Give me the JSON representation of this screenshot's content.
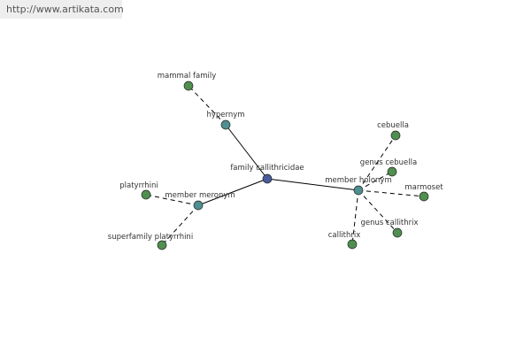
{
  "watermark": {
    "url": "http://www.artikata.com"
  },
  "colors": {
    "center": "#4a5a9c",
    "relation": "#4f8f90",
    "leaf": "#4f8f4f",
    "edge": "#000000",
    "label": "#333333"
  },
  "nodes": [
    {
      "id": "family_callithricidae",
      "label": "family callithricidae",
      "kind": "center"
    },
    {
      "id": "hypernym",
      "label": "hypernym",
      "kind": "relation"
    },
    {
      "id": "member_meronym",
      "label": "member meronym",
      "kind": "relation"
    },
    {
      "id": "member_holonym",
      "label": "member holonym",
      "kind": "relation"
    },
    {
      "id": "mammal_family",
      "label": "mammal family",
      "kind": "leaf"
    },
    {
      "id": "platyrrhini",
      "label": "platyrrhini",
      "kind": "leaf"
    },
    {
      "id": "superfamily_platyrrhini",
      "label": "superfamily platyrrhini",
      "kind": "leaf"
    },
    {
      "id": "cebuella",
      "label": "cebuella",
      "kind": "leaf"
    },
    {
      "id": "genus_cebuella",
      "label": "genus cebuella",
      "kind": "leaf"
    },
    {
      "id": "marmoset",
      "label": "marmoset",
      "kind": "leaf"
    },
    {
      "id": "genus_callithrix",
      "label": "genus callithrix",
      "kind": "leaf"
    },
    {
      "id": "callithrix",
      "label": "callithrix",
      "kind": "leaf"
    }
  ],
  "edges": [
    {
      "from": "family_callithricidae",
      "to": "hypernym",
      "style": "solid"
    },
    {
      "from": "family_callithricidae",
      "to": "member_meronym",
      "style": "solid"
    },
    {
      "from": "family_callithricidae",
      "to": "member_holonym",
      "style": "solid"
    },
    {
      "from": "hypernym",
      "to": "mammal_family",
      "style": "dashed"
    },
    {
      "from": "member_meronym",
      "to": "platyrrhini",
      "style": "dashed"
    },
    {
      "from": "member_meronym",
      "to": "superfamily_platyrrhini",
      "style": "dashed"
    },
    {
      "from": "member_holonym",
      "to": "cebuella",
      "style": "dashed"
    },
    {
      "from": "member_holonym",
      "to": "genus_cebuella",
      "style": "dashed"
    },
    {
      "from": "member_holonym",
      "to": "marmoset",
      "style": "dashed"
    },
    {
      "from": "member_holonym",
      "to": "genus_callithrix",
      "style": "dashed"
    },
    {
      "from": "member_holonym",
      "to": "callithrix",
      "style": "dashed"
    }
  ]
}
